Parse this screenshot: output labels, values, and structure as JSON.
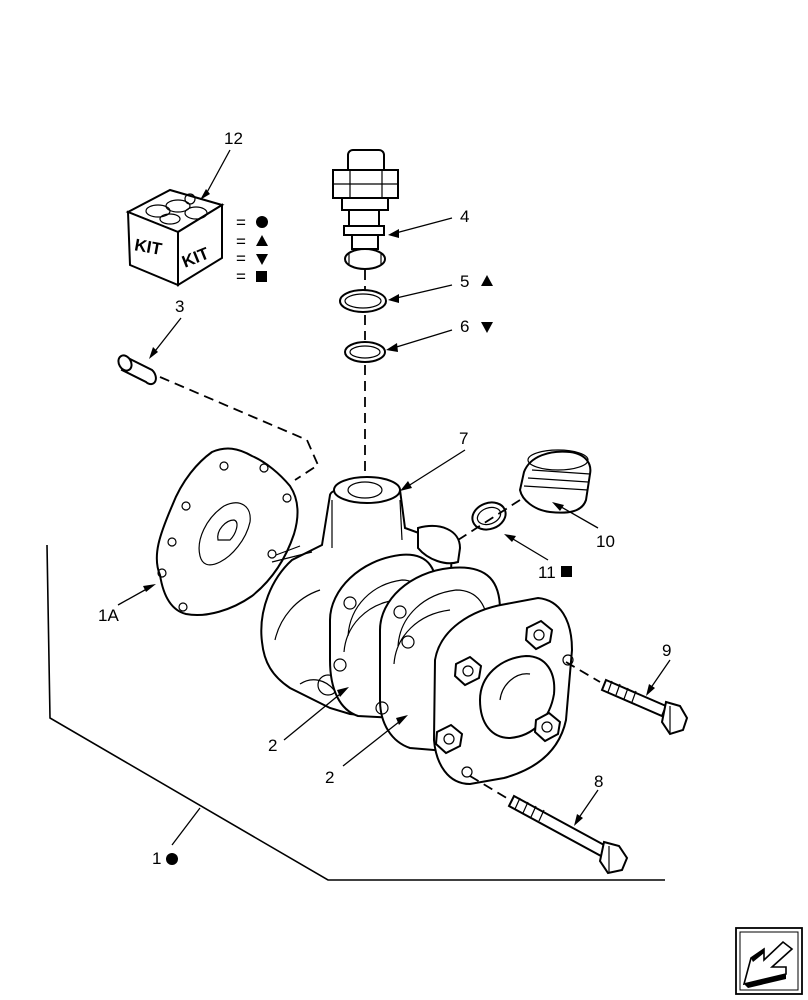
{
  "callouts": {
    "c12": "12",
    "c4": "4",
    "c5": "5",
    "c6": "6",
    "c3": "3",
    "c7": "7",
    "c10": "10",
    "c11": "11",
    "c1A": "1A",
    "c9": "9",
    "c2a": "2",
    "c2b": "2",
    "c8": "8",
    "c1": "1"
  },
  "kit": {
    "label_left": "KIT",
    "label_right": "KIT",
    "legend": [
      {
        "eq": "=",
        "symbol": "circle"
      },
      {
        "eq": "=",
        "symbol": "triangle-up"
      },
      {
        "eq": "=",
        "symbol": "triangle-down"
      },
      {
        "eq": "=",
        "symbol": "square"
      }
    ]
  },
  "icons": {
    "nav_arrow": "previous-page-arrow-icon"
  }
}
